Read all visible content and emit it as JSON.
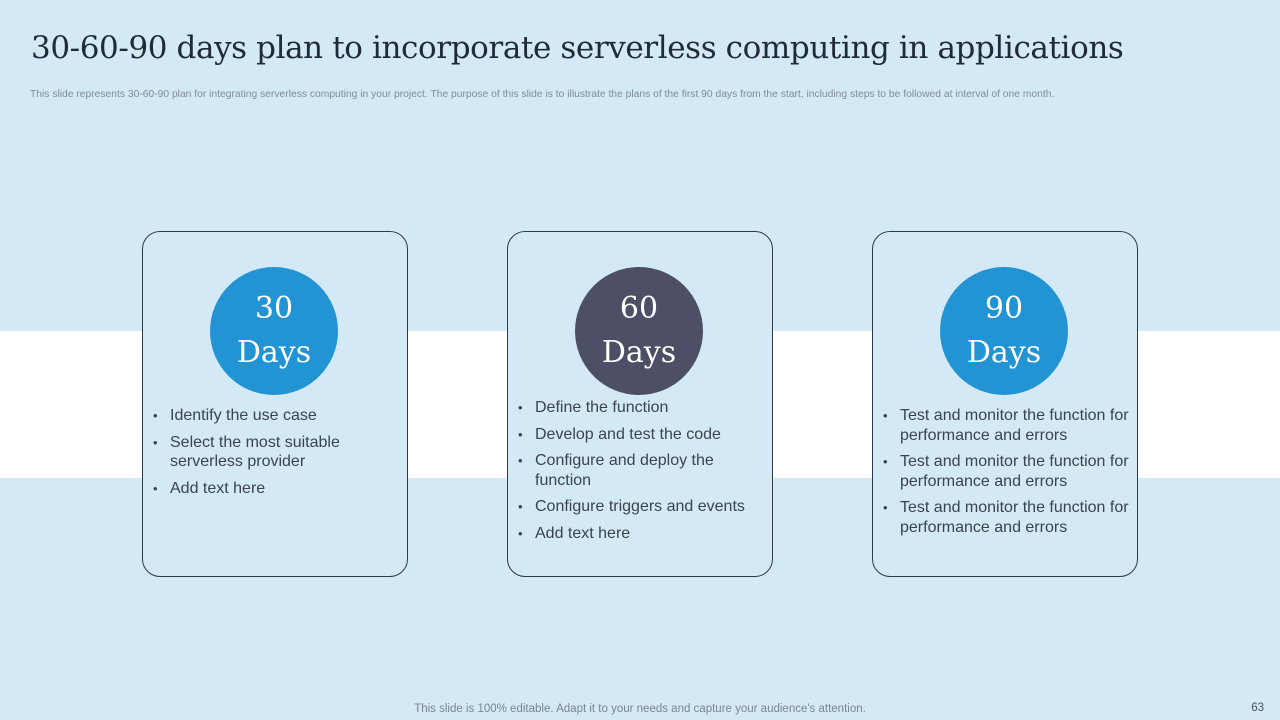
{
  "slide": {
    "title": "30-60-90 days plan to incorporate serverless computing in applications",
    "subtitle": "This slide represents 30-60-90 plan for integrating serverless computing in your project. The purpose of this slide is to illustrate the plans of the first 90 days from the start, including steps to be followed at interval of one month.",
    "footer": "This slide is 100% editable. Adapt it to your needs and capture your audience's attention.",
    "page_number": "63"
  },
  "colors": {
    "background": "#D3E9F6",
    "band": "#FFFFFF",
    "circle_blue": "#2394D3",
    "circle_dark": "#4C4F66",
    "title_text": "#1F2B37"
  },
  "cards": [
    {
      "number": "30",
      "unit": "Days",
      "items": [
        "Identify  the use case",
        "Select the most suitable serverless provider",
        "Add text here"
      ]
    },
    {
      "number": "60",
      "unit": "Days",
      "items": [
        "Define the function",
        "Develop and test the code",
        "Configure and deploy the function",
        "Configure triggers and events",
        "Add text here"
      ]
    },
    {
      "number": "90",
      "unit": "Days",
      "items": [
        "Test and monitor the function for performance and errors",
        "Test and monitor the function for performance and errors",
        "Test and monitor the function for performance and errors"
      ]
    }
  ]
}
